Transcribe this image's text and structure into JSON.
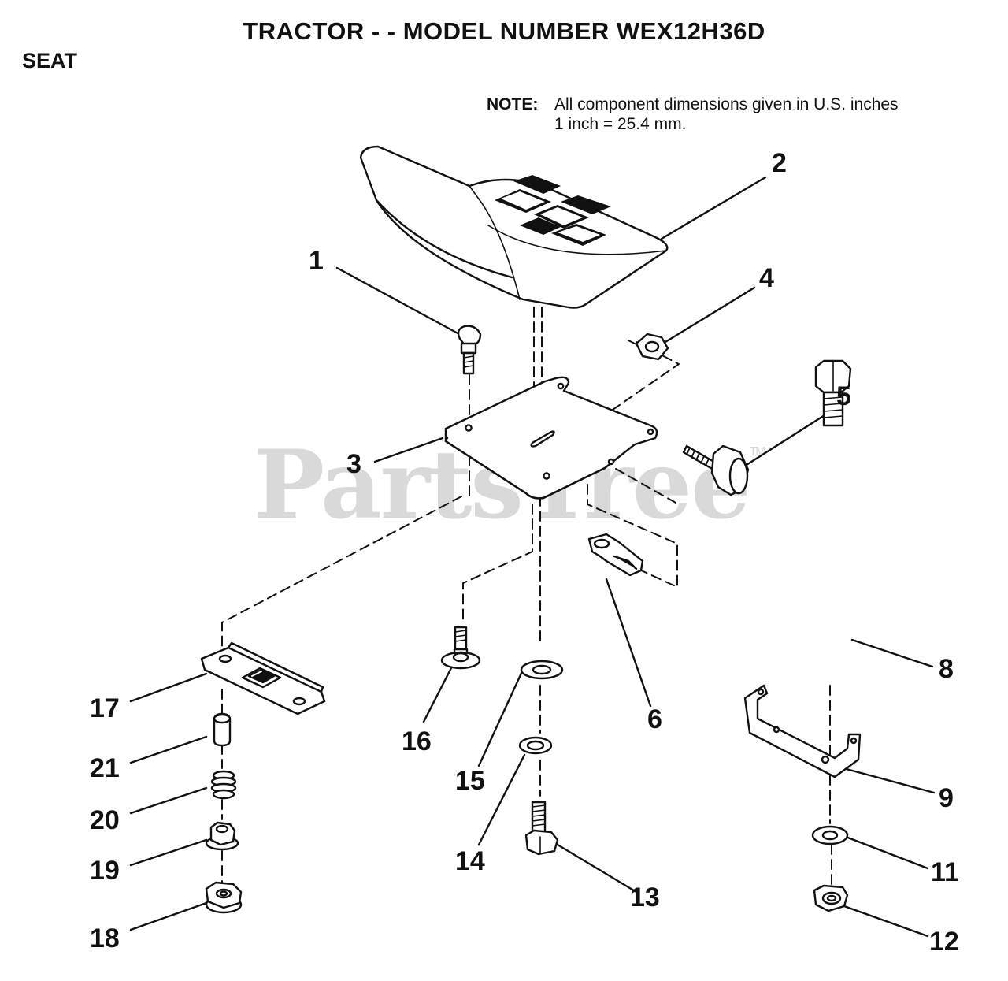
{
  "header": {
    "title": "TRACTOR - - MODEL NUMBER WEX12H36D",
    "section": "SEAT"
  },
  "note": {
    "label": "NOTE:",
    "line1": "All component dimensions given in U.S. inches",
    "line2": "1 inch = 25.4 mm."
  },
  "watermark": {
    "text": "PartsTree",
    "mark": "TM"
  },
  "callouts": [
    "1",
    "2",
    "3",
    "4",
    "5",
    "6",
    "8",
    "9",
    "11",
    "12",
    "13",
    "14",
    "15",
    "16",
    "17",
    "18",
    "19",
    "20",
    "21"
  ]
}
